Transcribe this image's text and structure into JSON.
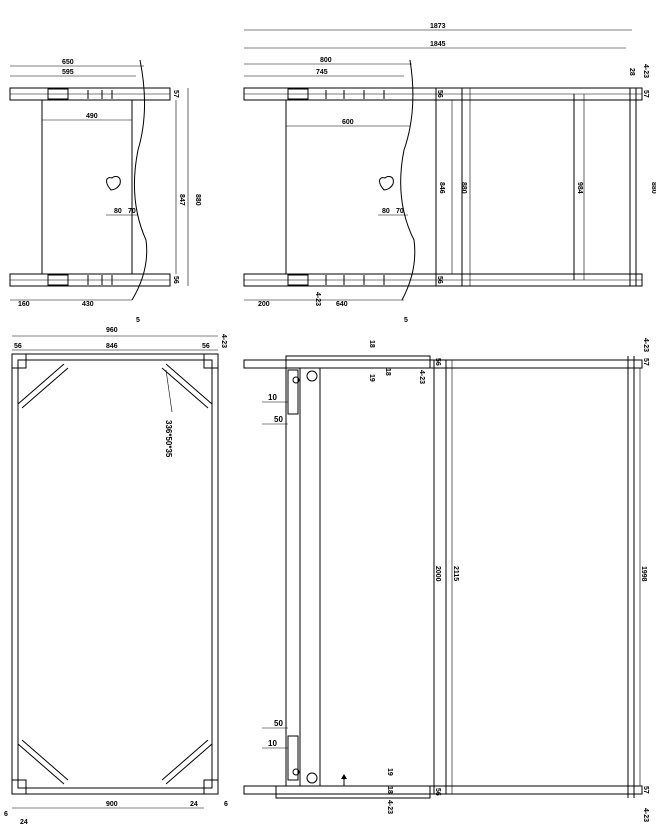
{
  "views": {
    "top_left": {
      "dims": {
        "overall_width": "650",
        "inner_width": "595",
        "span_490": "490",
        "side_880": "880",
        "side_847": "847",
        "end_57": "57",
        "end_56": "56",
        "d80": "80",
        "d70": "70",
        "d160": "160",
        "d430": "430",
        "d5": "5"
      }
    },
    "top_right": {
      "dims": {
        "total_1873": "1873",
        "d1845": "1845",
        "d800": "800",
        "d745": "745",
        "d600": "600",
        "d846": "846",
        "d880": "880",
        "d984": "984",
        "d56a": "56",
        "d56b": "56",
        "d57": "57",
        "d28": "28",
        "d4_23a": "4-23",
        "d4_23b": "4-23",
        "d80": "80",
        "d70": "70",
        "d200": "200",
        "d640": "640",
        "d5": "5",
        "d880b": "880"
      }
    },
    "bottom_left": {
      "dims": {
        "d960": "960",
        "d846": "846",
        "d56a": "56",
        "d56b": "56",
        "d4_23": "4-23",
        "brace": "336*50*35",
        "d900": "900",
        "d24a": "24",
        "d24b": "24",
        "d6a": "6",
        "d6b": "6"
      }
    },
    "bottom_right": {
      "dims": {
        "d10a": "10",
        "d50a": "50",
        "d50b": "50",
        "d10b": "10",
        "d18a": "18",
        "d19a": "19",
        "d18b": "18",
        "d4_23a": "4-23",
        "d56a": "56",
        "d2000": "2000",
        "d2115": "2115",
        "d1998": "1998",
        "d4_23b": "4-23",
        "d57a": "57",
        "d19b": "19",
        "d18c": "18",
        "d4_23c": "4-23",
        "d56b": "56",
        "d57b": "57",
        "d4_23d": "4-23"
      }
    }
  }
}
